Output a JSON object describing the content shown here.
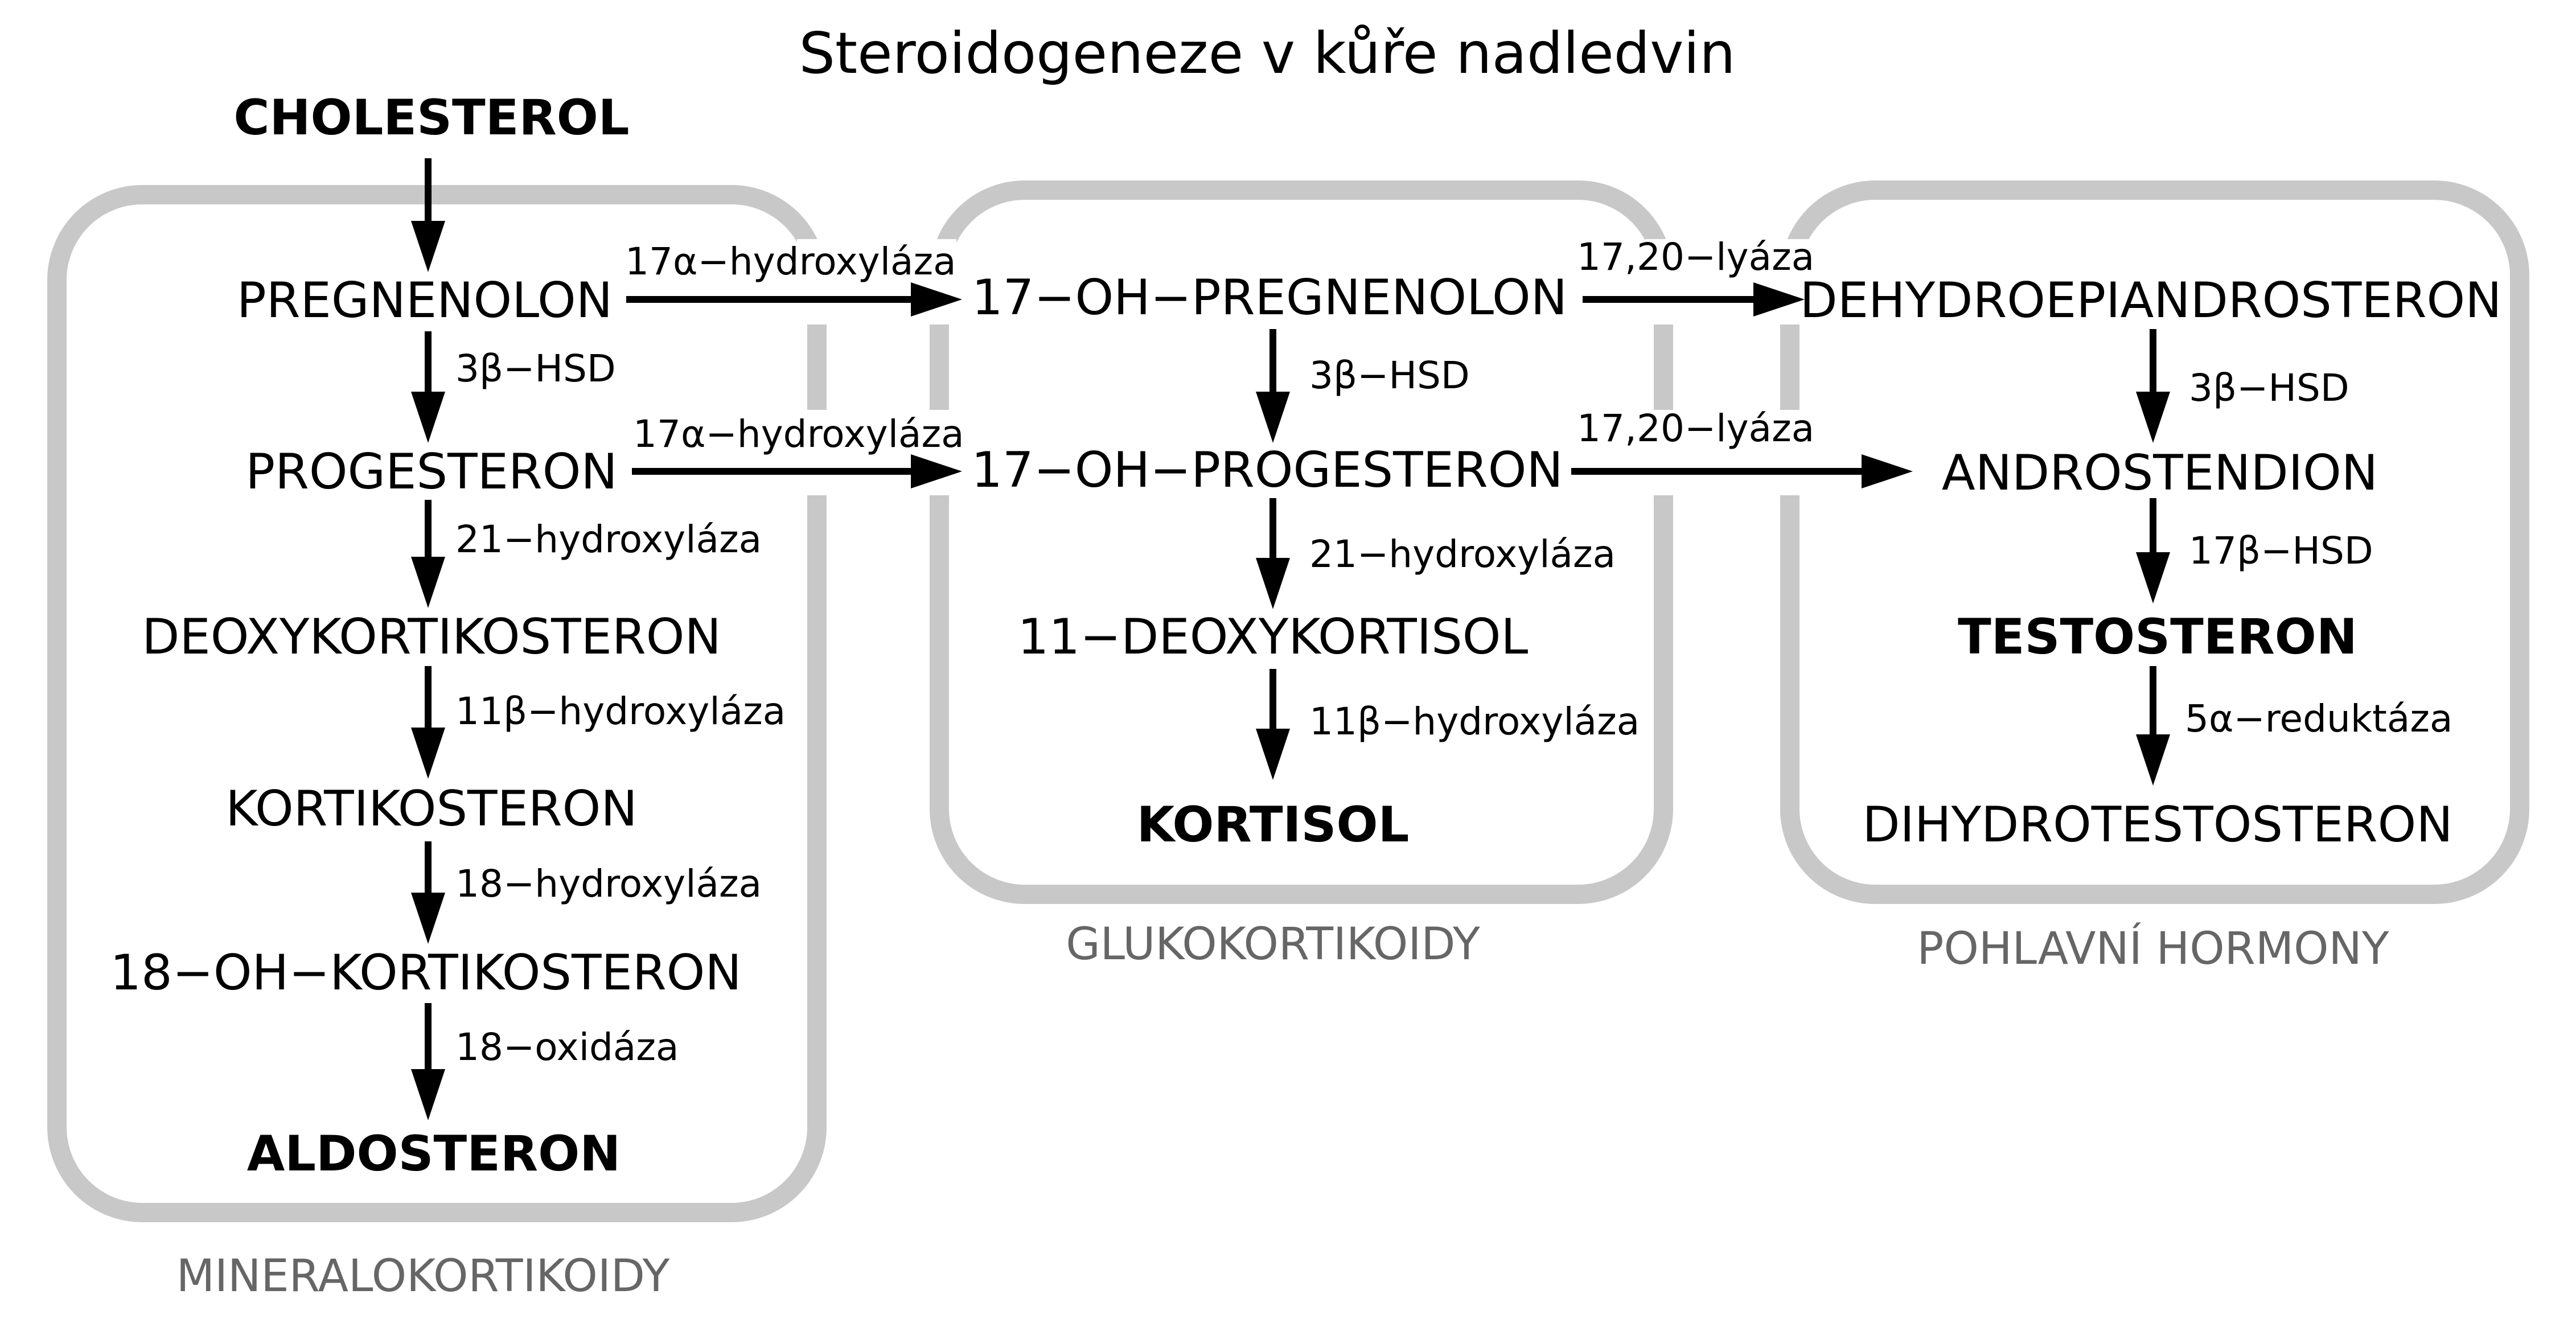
{
  "title": "Steroidogeneze v kůře nadledvin",
  "colors": {
    "box": "#c8c8c8",
    "group_label": "#666666",
    "text": "#000000"
  },
  "groups": {
    "mineral": "MINERALOKORTIKOIDY",
    "gluco": "GLUKOKORTIKOIDY",
    "sex": "POHLAVNÍ HORMONY"
  },
  "compounds": {
    "cholesterol": "CHOLESTEROL",
    "pregnenolon": "PREGNENOLON",
    "progesteron": "PROGESTERON",
    "deoxykortikosteron": "DEOXYKORTIKOSTERON",
    "kortikosteron": "KORTIKOSTERON",
    "oh18_kortikosteron": "18−OH−KORTIKOSTERON",
    "aldosteron": "ALDOSTERON",
    "oh17_pregnenolon": "17−OH−PREGNENOLON",
    "oh17_progesteron": "17−OH−PROGESTERON",
    "deoxykortisol": "11−DEOXYKORTISOL",
    "kortisol": "KORTISOL",
    "dhea": "DEHYDROEPIANDROSTERON",
    "androstendion": "ANDROSTENDION",
    "testosteron": "TESTOSTERON",
    "dht": "DIHYDROTESTOSTERON"
  },
  "enzymes": {
    "e_3bhsd_1": "3β−HSD",
    "e_21_1": "21−hydroxyláza",
    "e_11b_1": "11β−hydroxyláza",
    "e_18h": "18−hydroxyláza",
    "e_18o": "18−oxidáza",
    "e_17a_1": "17α−hydroxyláza",
    "e_17a_2": "17α−hydroxyláza",
    "e_3bhsd_2": "3β−HSD",
    "e_21_2": "21−hydroxyláza",
    "e_11b_2": "11β−hydroxyláza",
    "e_lyaza_1": "17,20−lyáza",
    "e_lyaza_2": "17,20−lyáza",
    "e_3bhsd_3": "3β−HSD",
    "e_17bhsd": "17β−HSD",
    "e_5ared": "5α−reduktáza"
  }
}
